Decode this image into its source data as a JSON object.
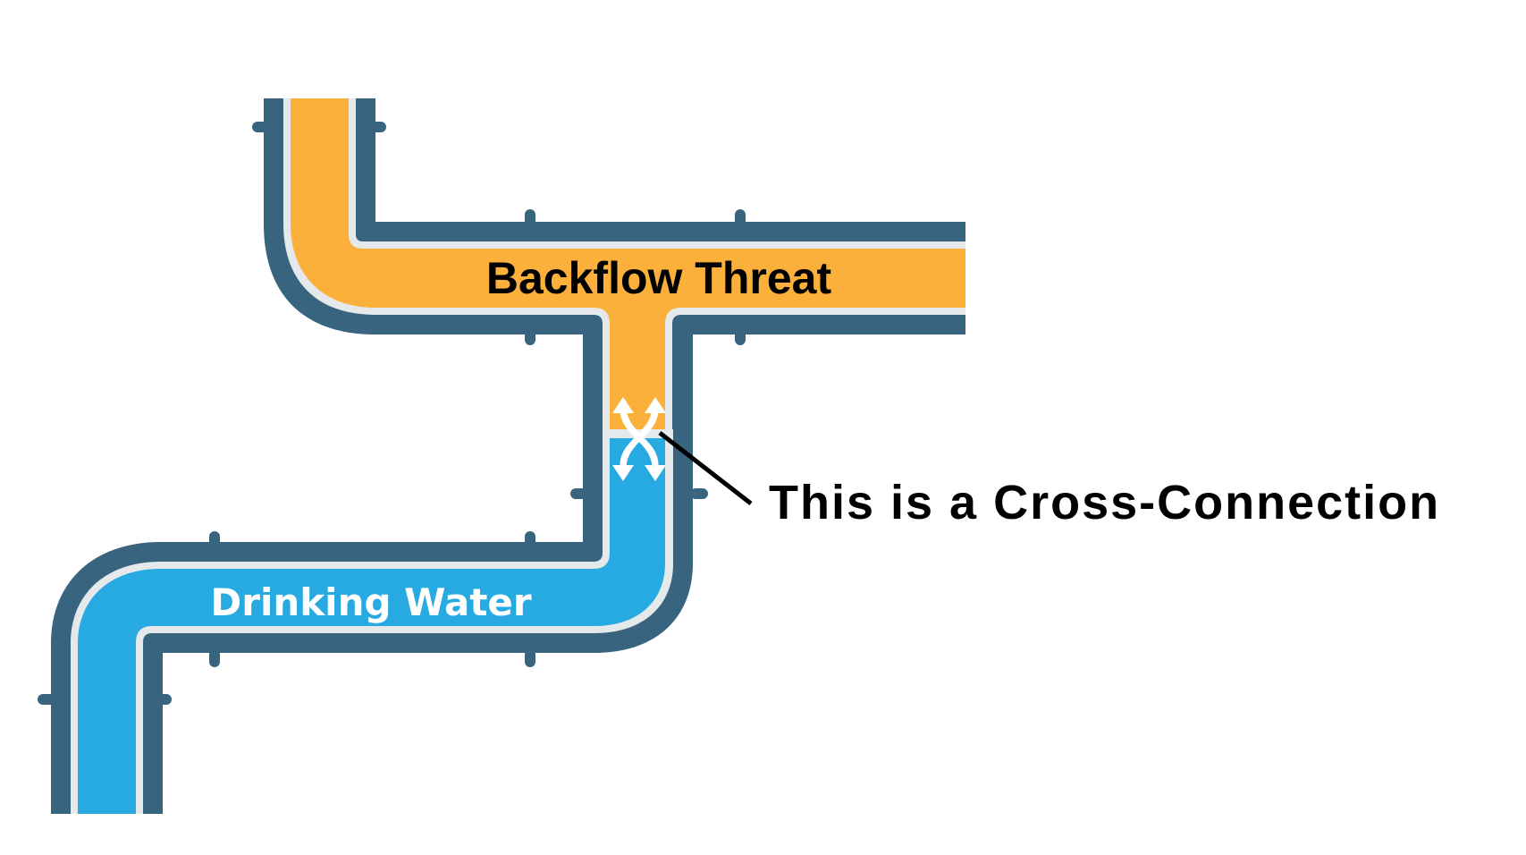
{
  "labels": {
    "backflow": "Backflow Threat",
    "drinking": "Drinking Water",
    "callout": "This is a Cross-Connection"
  },
  "colors": {
    "pipe_wall": "#38647F",
    "pipe_liner": "#E6E9EB",
    "backflow_fluid": "#FBB03B",
    "drinking_fluid": "#27AAE1",
    "arrows": "#FFFFFF",
    "callout_line": "#000000",
    "background": "#FFFFFF"
  },
  "icons": {
    "flow_arrows": "bidirectional-crossing-arrows-icon"
  }
}
